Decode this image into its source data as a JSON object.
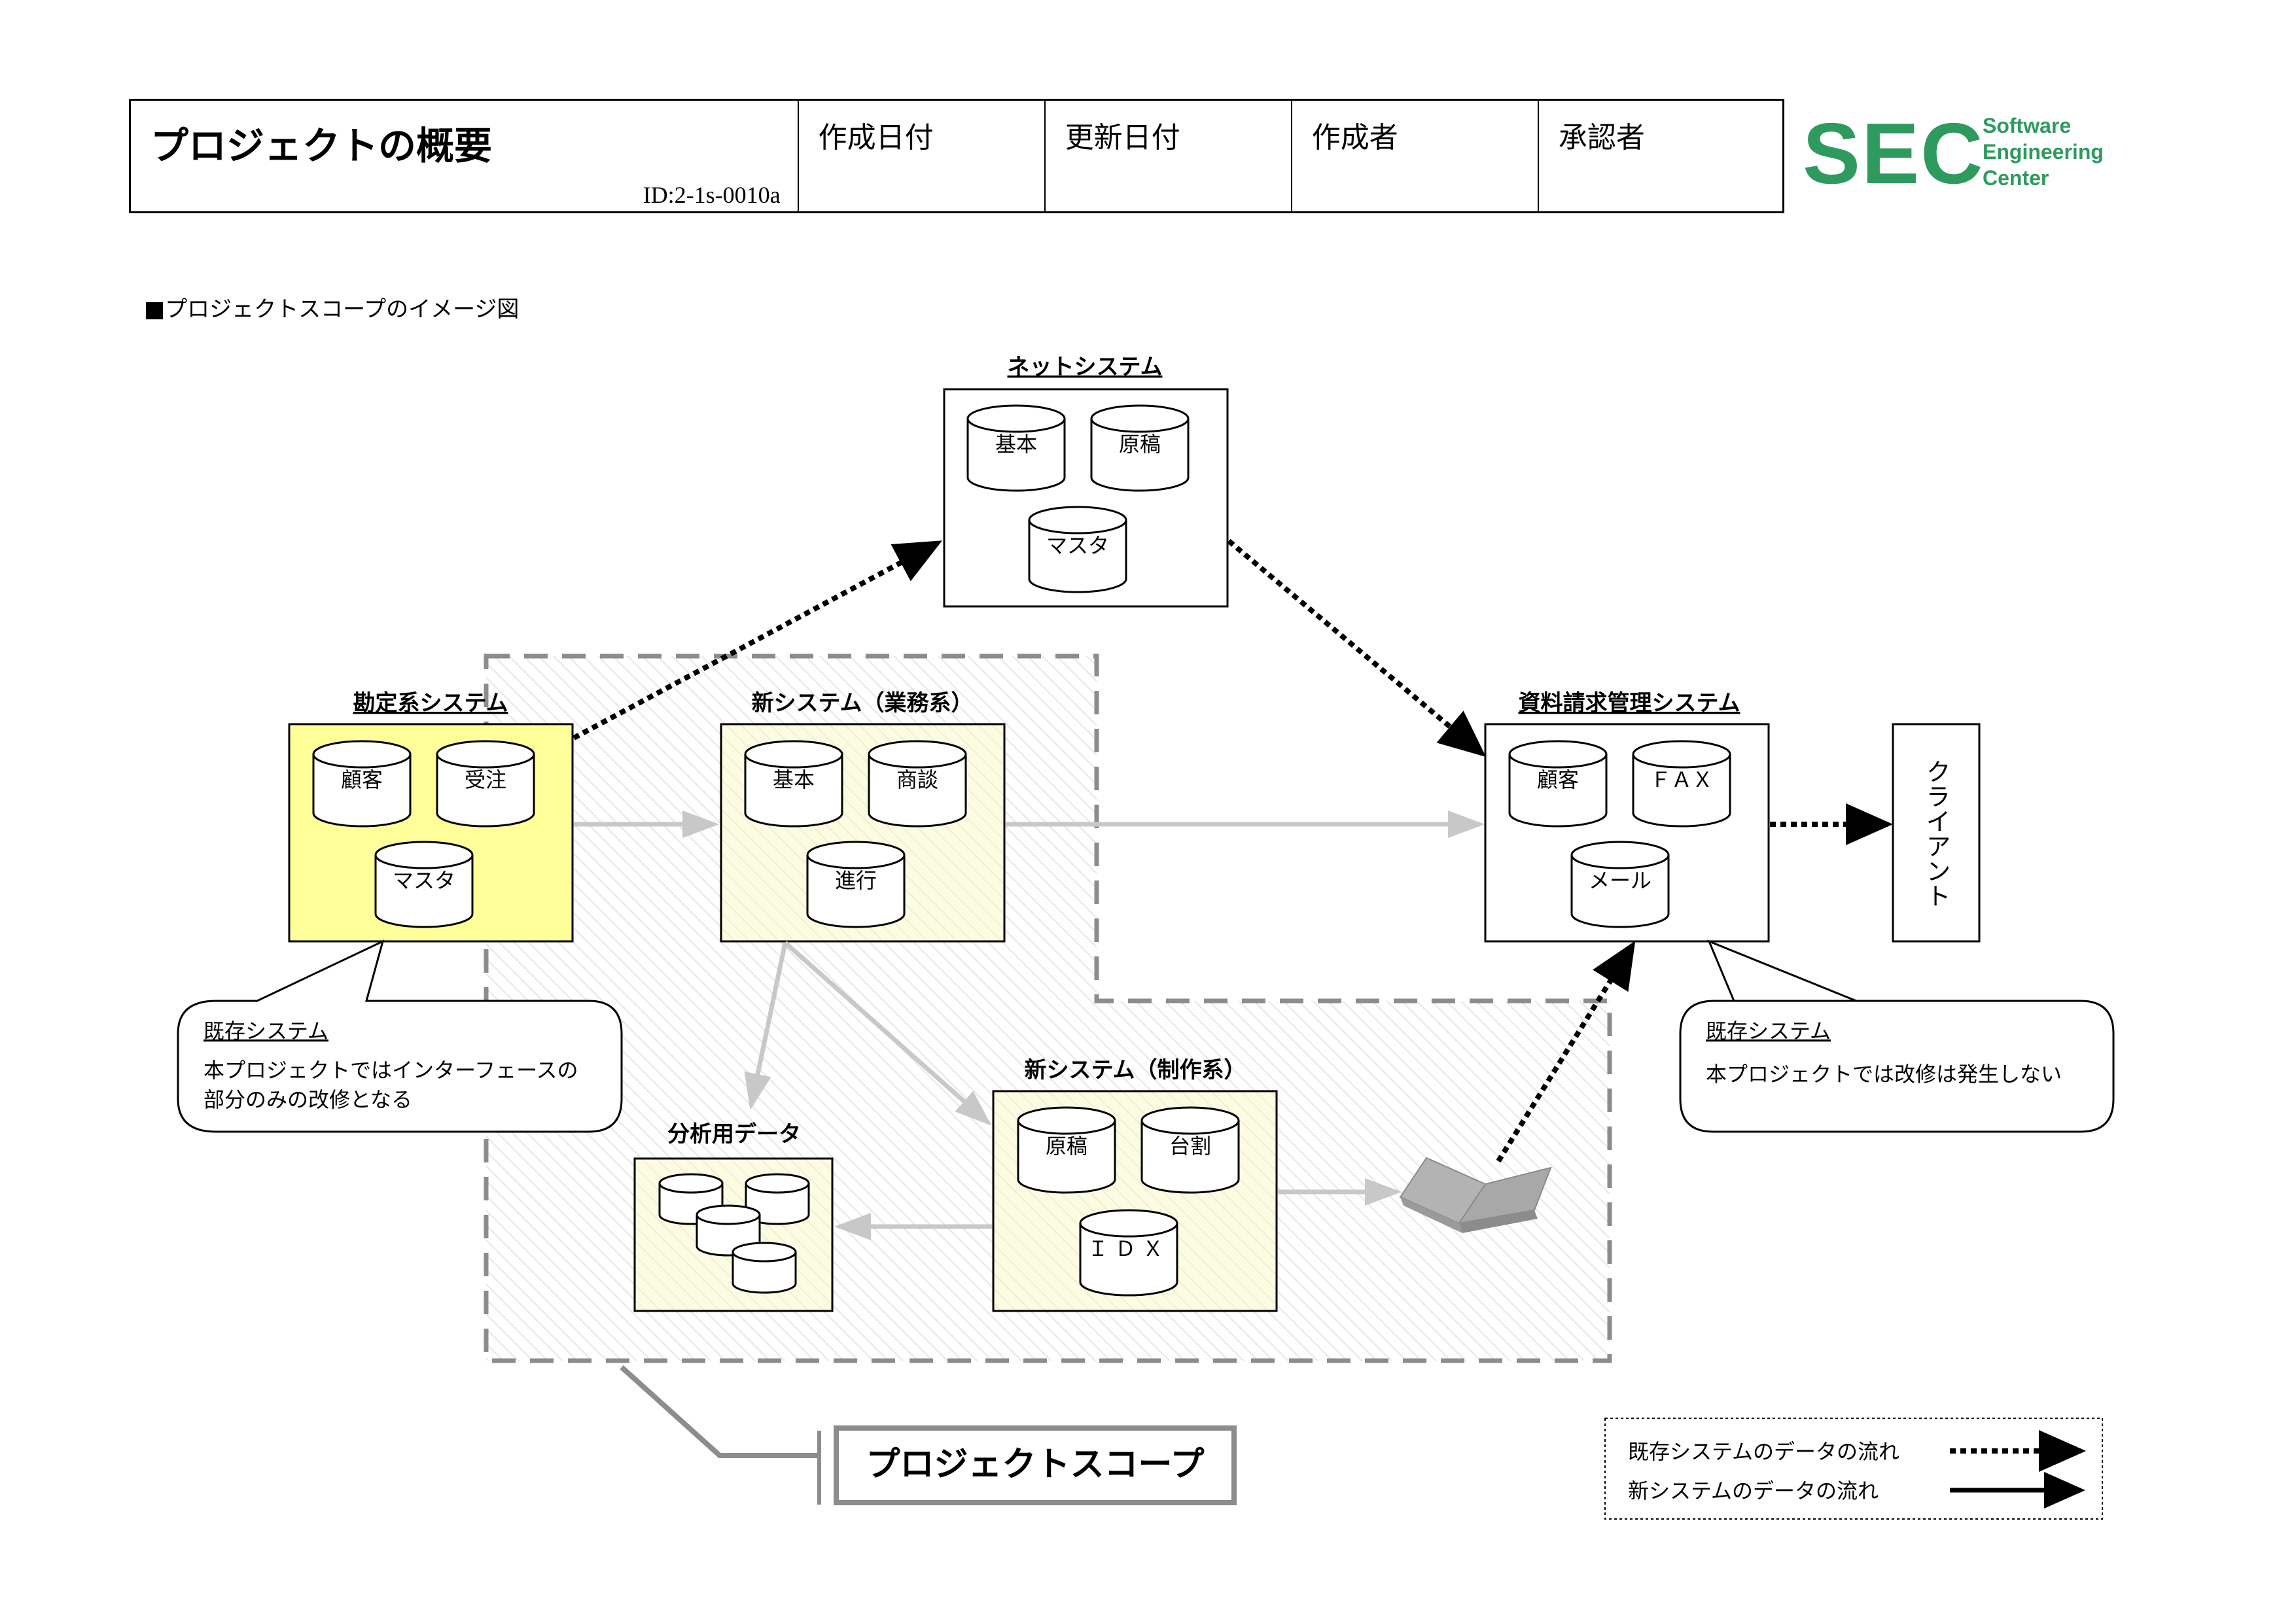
{
  "header": {
    "title": "プロジェクトの概要",
    "doc_id": "ID:2-1s-0010a",
    "columns": [
      "作成日付",
      "更新日付",
      "作成者",
      "承認者"
    ]
  },
  "logo": {
    "mark": "SEC",
    "lines": [
      "Software",
      "Engineering",
      "Center"
    ],
    "color": "#2e9a5e"
  },
  "section_heading": "■プロジェクトスコープのイメージ図",
  "systems": {
    "net": {
      "title": "ネットシステム",
      "dbs": [
        "基本",
        "原稿",
        "マスタ"
      ]
    },
    "accounting": {
      "title": "勘定系システム",
      "dbs": [
        "顧客",
        "受注",
        "マスタ"
      ]
    },
    "new_business": {
      "title": "新システム（業務系）",
      "dbs": [
        "基本",
        "商談",
        "進行"
      ]
    },
    "request_mgmt": {
      "title": "資料請求管理システム",
      "dbs": [
        "顧客",
        "ＦＡＸ",
        "メール"
      ]
    },
    "client": {
      "title": "クライアント"
    },
    "analysis": {
      "title": "分析用データ"
    },
    "new_production": {
      "title": "新システム（制作系）",
      "dbs": [
        "原稿",
        "台割",
        "ＩＤＸ"
      ]
    }
  },
  "callouts": {
    "left": {
      "title": "既存システム",
      "body": [
        "本プロジェクトではインターフェースの",
        "部分のみの改修となる"
      ]
    },
    "right": {
      "title": "既存システム",
      "body": [
        "本プロジェクトでは改修は発生しない"
      ]
    }
  },
  "scope_label": "プロジェクトスコープ",
  "legend": {
    "existing": "既存システムのデータの流れ",
    "new": "新システムのデータの流れ"
  },
  "colors": {
    "accounting_fill": "#ffff99",
    "new_system_fill": "#fbfbe0",
    "new_flow_arrow": "#c8c8c8",
    "scope_border": "#8c8c8c"
  }
}
